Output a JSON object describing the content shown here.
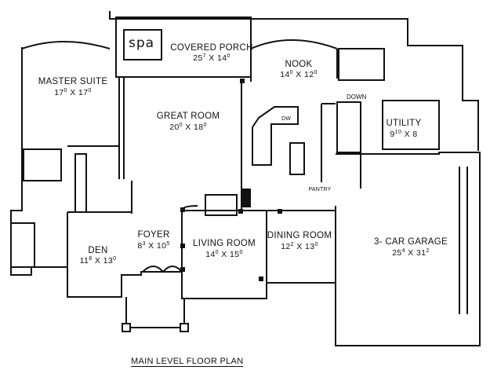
{
  "caption": "MAIN LEVEL FLOOR PLAN",
  "spa": "spa",
  "down": "DOWN",
  "pantry": "PANTRY",
  "dw": "DW",
  "rooms": {
    "covered_porch": {
      "name": "COVERED PORCH",
      "w": "25",
      "wi": "7",
      "d": "14",
      "di": "0"
    },
    "nook": {
      "name": "NOOK",
      "w": "14",
      "wi": "0",
      "d": "12",
      "di": "0"
    },
    "master_suite": {
      "name": "MASTER SUITE",
      "w": "17",
      "wi": "0",
      "d": "17",
      "di": "0"
    },
    "great_room": {
      "name": "GREAT ROOM",
      "w": "20",
      "wi": "0",
      "d": "18",
      "di": "0"
    },
    "utility": {
      "name": "UTILITY",
      "w": "9",
      "wi": "10",
      "d": "8",
      "di": ""
    },
    "den": {
      "name": "DEN",
      "w": "11",
      "wi": "8",
      "d": "13",
      "di": "0"
    },
    "foyer": {
      "name": "FOYER",
      "w": "8",
      "wi": "3",
      "d": "10",
      "di": "5"
    },
    "living_room": {
      "name": "LIVING ROOM",
      "w": "14",
      "wi": "0",
      "d": "15",
      "di": "0"
    },
    "dining_room": {
      "name": "DINING ROOM",
      "w": "12",
      "wi": "2",
      "d": "13",
      "di": "0"
    },
    "garage": {
      "name": "3- CAR GARAGE",
      "w": "25",
      "wi": "4",
      "d": "31",
      "di": "2"
    }
  }
}
